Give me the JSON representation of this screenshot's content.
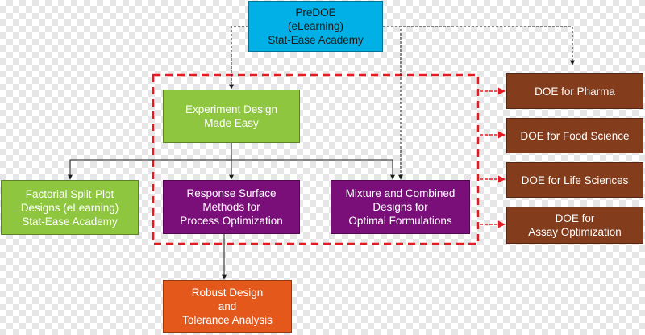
{
  "colors": {
    "top": "#00b0e6",
    "green": "#8ec63f",
    "purple": "#7a0f7a",
    "orange": "#e4581c",
    "brown": "#833c1c",
    "red_dashed": "#e31b23",
    "connector": "#1a1a1a"
  },
  "nodes": {
    "predoe": {
      "lines": [
        "PreDOE",
        "(eLearning)",
        "Stat-Ease Academy"
      ]
    },
    "experiment_design": {
      "lines": [
        "Experiment Design",
        "Made Easy"
      ]
    },
    "factorial": {
      "lines": [
        "Factorial Split-Plot",
        "Designs (eLearning)",
        "Stat-Ease Academy"
      ]
    },
    "response_surface": {
      "lines": [
        "Response Surface",
        "Methods for",
        "Process Optimization"
      ]
    },
    "mixture": {
      "lines": [
        "Mixture and Combined",
        "Designs for",
        "Optimal Formulations"
      ]
    },
    "robust": {
      "lines": [
        "Robust Design",
        "and",
        "Tolerance Analysis"
      ]
    },
    "pharma": {
      "lines": [
        "DOE for Pharma"
      ]
    },
    "food": {
      "lines": [
        "DOE for Food Science"
      ]
    },
    "life": {
      "lines": [
        "DOE for Life Sciences"
      ]
    },
    "assay": {
      "lines": [
        "DOE for",
        "Assay Optimization"
      ]
    }
  }
}
